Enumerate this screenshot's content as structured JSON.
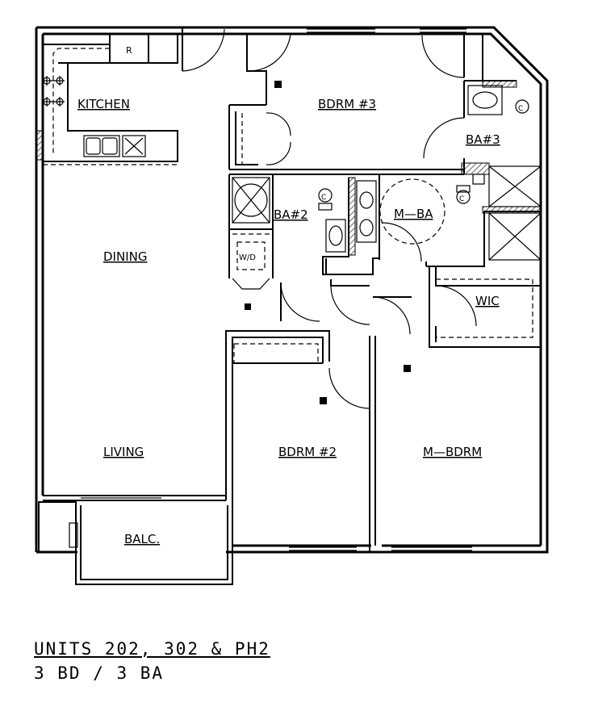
{
  "rooms": {
    "kitchen": "KITCHEN",
    "dining": "DINING",
    "living": "LIVING",
    "balcony": "BALC.",
    "bedroom3": "BDRM #3",
    "bath3": "BA#3",
    "bath2": "BA#2",
    "master_bath": "M—BA",
    "walk_in_closet": "WIC",
    "bedroom2": "BDRM #2",
    "master_bedroom": "M—BDRM"
  },
  "fixtures": {
    "refrigerator": "R",
    "washer_dryer": "W/D"
  },
  "caption": {
    "units": "UNITS 202, 302 & PH2",
    "bed_bath": "3 BD / 3 BA"
  }
}
